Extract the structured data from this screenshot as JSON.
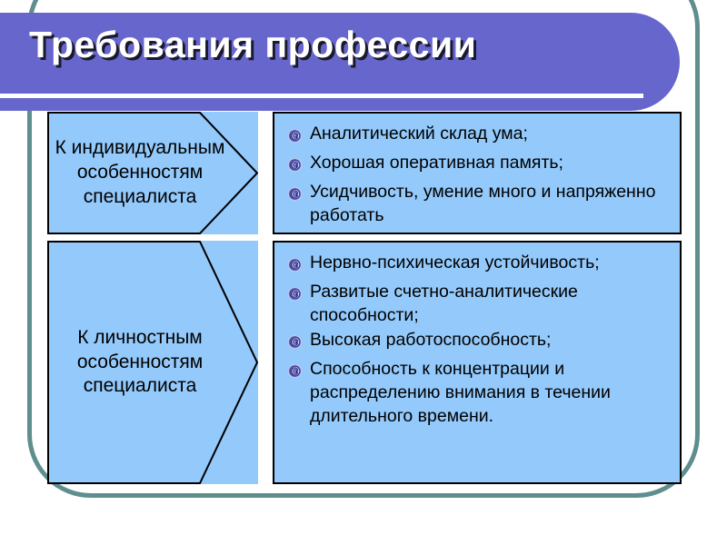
{
  "slide": {
    "title": "Требования профессии",
    "colors": {
      "banner_purple": "#6666CC",
      "shape_blue": "#93C9FB",
      "frame_teal": "#5F8E8F",
      "text_black": "#000000",
      "title_white": "#FFFFFF",
      "bullet_blue": "#4A4AB0"
    },
    "bullet_icon_name": "at-circle-bullet-icon",
    "rows": [
      {
        "label": "К индивидуальным особенностям специалиста",
        "bullets": [
          "Аналитический склад ума;",
          "Хорошая оперативная память;",
          "Усидчивость, умение много и напряженно работать"
        ]
      },
      {
        "label": "К личностным особенностям специалиста",
        "bullets": [
          "Нервно-психическая устойчивость;",
          "Развитые счетно-аналитические способности;",
          "Высокая работоспособность;",
          "Способность к концентрации и распределению внимания в течении длительного времени."
        ]
      }
    ]
  }
}
